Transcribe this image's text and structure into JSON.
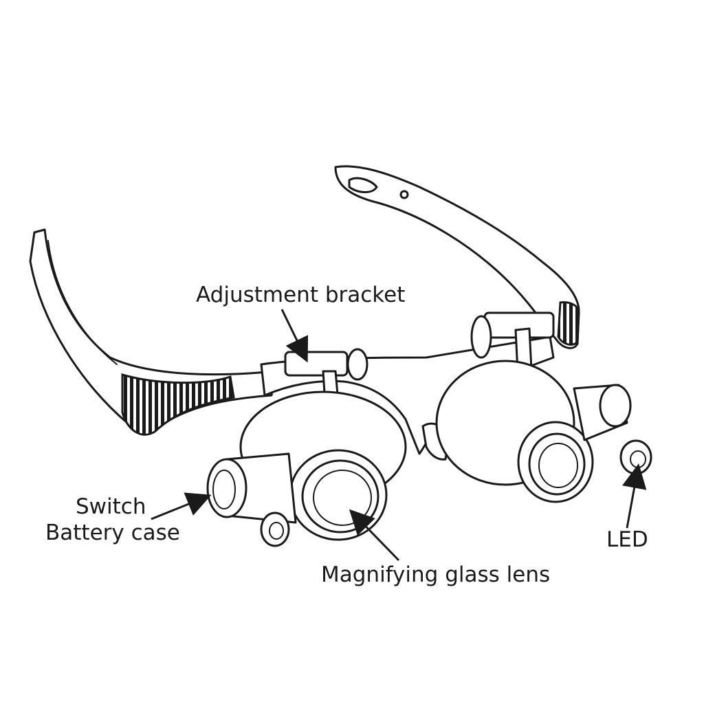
{
  "labels": {
    "adjustment_bracket": "Adjustment bracket",
    "switch": "Switch",
    "battery_case": "Battery case",
    "led": "LED",
    "magnifying_lens": "Magnifying glass lens"
  },
  "colors": {
    "ink": "#1a1a1a",
    "background": "#ffffff"
  }
}
